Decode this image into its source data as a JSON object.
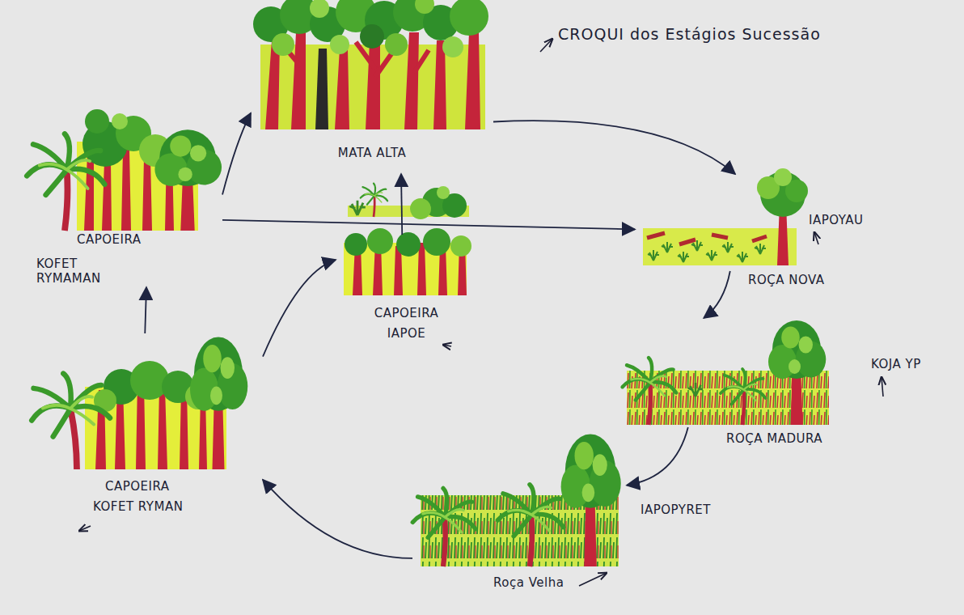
{
  "diagram": {
    "title": "CROQUI dos Estágios Sucessão",
    "nodes": [
      {
        "text": [
          "CAPOEIRA",
          "KOFET RYMAMAN"
        ]
      },
      {
        "text": [
          "MATA ALTA"
        ]
      },
      {
        "text": [
          "CAPOEIRA",
          "IAPOE"
        ]
      },
      {
        "text": [
          "IAPOYAU",
          "ROÇA NOVA"
        ]
      },
      {
        "text": [
          "KOJA YP",
          "ROÇA MADURA"
        ]
      },
      {
        "text": [
          "IAPOPYRET",
          "Roça Velha"
        ]
      },
      {
        "text": [
          "CAPOEIRA",
          "KOFET RYMAN"
        ]
      }
    ],
    "edges": [
      {
        "from": 0,
        "to": 1,
        "arrow": "to"
      },
      {
        "from": 1,
        "to": 3,
        "arrow": "to"
      },
      {
        "from": 0,
        "to": 3,
        "arrow": "to"
      },
      {
        "from": 2,
        "to": 1,
        "arrow": "to"
      },
      {
        "from": 3,
        "to": 4,
        "arrow": "to"
      },
      {
        "from": 4,
        "to": 5,
        "arrow": "to"
      },
      {
        "from": 5,
        "to": 6,
        "arrow": "to"
      },
      {
        "from": 6,
        "to": 0,
        "arrow": "to"
      },
      {
        "from": 6,
        "to": 2,
        "arrow": "to"
      }
    ]
  }
}
